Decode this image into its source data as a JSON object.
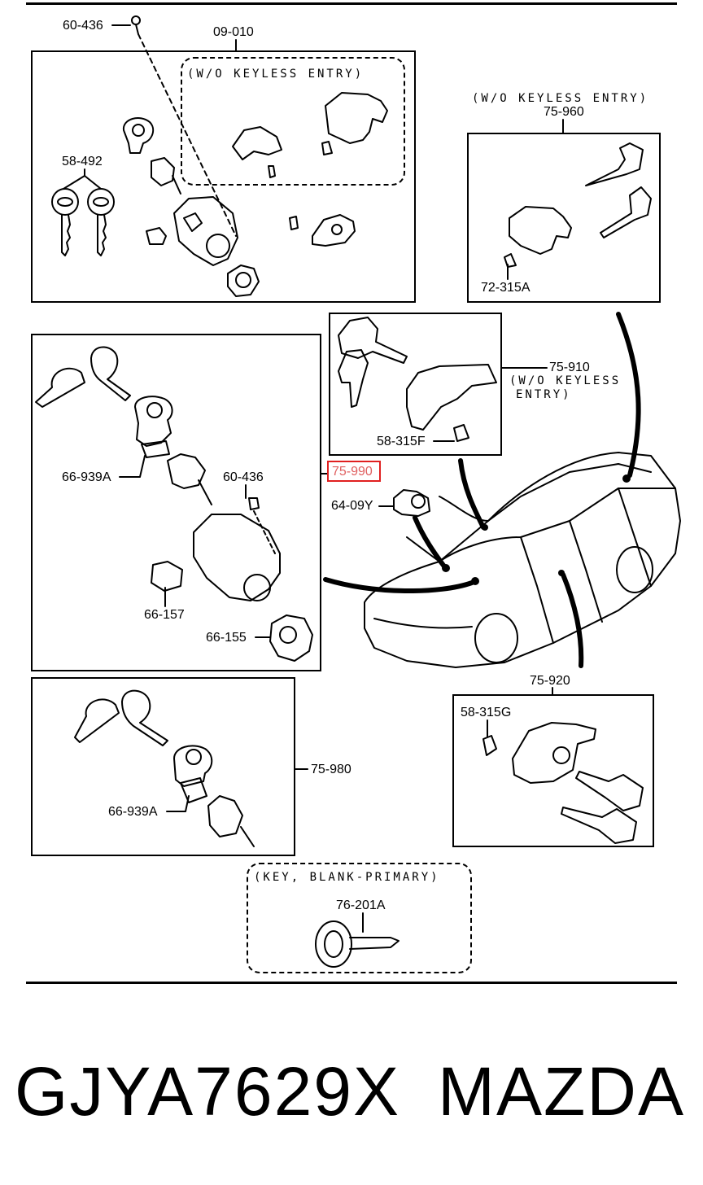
{
  "labels": {
    "p60436_top": "60-436",
    "p09010": "09-010",
    "wo_keyless_1": "(W/O KEYLESS ENTRY)",
    "p58492": "58-492",
    "wo_keyless_2": "(W/O KEYLESS ENTRY)",
    "p75960": "75-960",
    "p72315A": "72-315A",
    "p75910": "75-910",
    "wo_keyless_3a": "(W/O KEYLESS",
    "wo_keyless_3b": "ENTRY)",
    "p58315F": "58-315F",
    "p66939A_1": "66-939A",
    "p60436_mid": "60-436",
    "p75990": "75-990",
    "p6409Y": "64-09Y",
    "p66157": "66-157",
    "p66155": "66-155",
    "p75920": "75-920",
    "p58315G": "58-315G",
    "p75980": "75-980",
    "p66939A_2": "66-939A",
    "key_blank": "(KEY, BLANK-PRIMARY)",
    "p76201A": "76-201A"
  },
  "footer": {
    "part_number": "GJYA7629X",
    "brand": "MAZDA"
  },
  "colors": {
    "line": "#000000",
    "highlight": "#e02020",
    "background": "#ffffff"
  }
}
